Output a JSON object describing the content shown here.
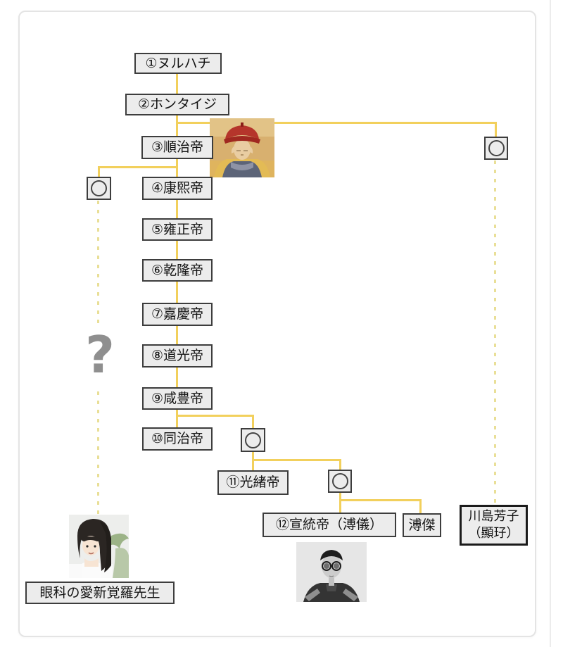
{
  "nodes": {
    "nurhaci": {
      "label": "①ヌルハチ"
    },
    "hongtaiji": {
      "label": "②ホンタイジ"
    },
    "shunzhi": {
      "label": "③順治帝"
    },
    "kangxi": {
      "label": "④康熙帝"
    },
    "yongzheng": {
      "label": "⑤雍正帝"
    },
    "qianlong": {
      "label": "⑥乾隆帝"
    },
    "jiaqing": {
      "label": "⑦嘉慶帝"
    },
    "daoguang": {
      "label": "⑧道光帝"
    },
    "xianfeng": {
      "label": "⑨咸豊帝"
    },
    "tongzhi": {
      "label": "⑩同治帝"
    },
    "guangxu": {
      "label": "⑪光緒帝"
    },
    "xuantong": {
      "label": "⑫宣統帝（溥儀）"
    },
    "pujie": {
      "label": "溥傑"
    },
    "kawashima": {
      "name": "川島芳子",
      "birth_name": "（顯㺭）"
    },
    "eye_doctor": {
      "label": "眼科の愛新覚羅先生"
    }
  },
  "marks": {
    "question": "?"
  },
  "icons": {
    "circle_mark": "empty-circle (unnamed family member)"
  },
  "images": {
    "shunzhi_portrait": "portrait of Shunzhi Emperor",
    "girl_photo": "photo of young woman",
    "puyi_photo": "photo of Puyi"
  },
  "colors": {
    "line_solid": "#f2d05c",
    "line_dashed": "#e9df97",
    "box_fill": "#ececec",
    "box_border": "#3d3d3d",
    "question_mark": "#8f8f8f"
  }
}
